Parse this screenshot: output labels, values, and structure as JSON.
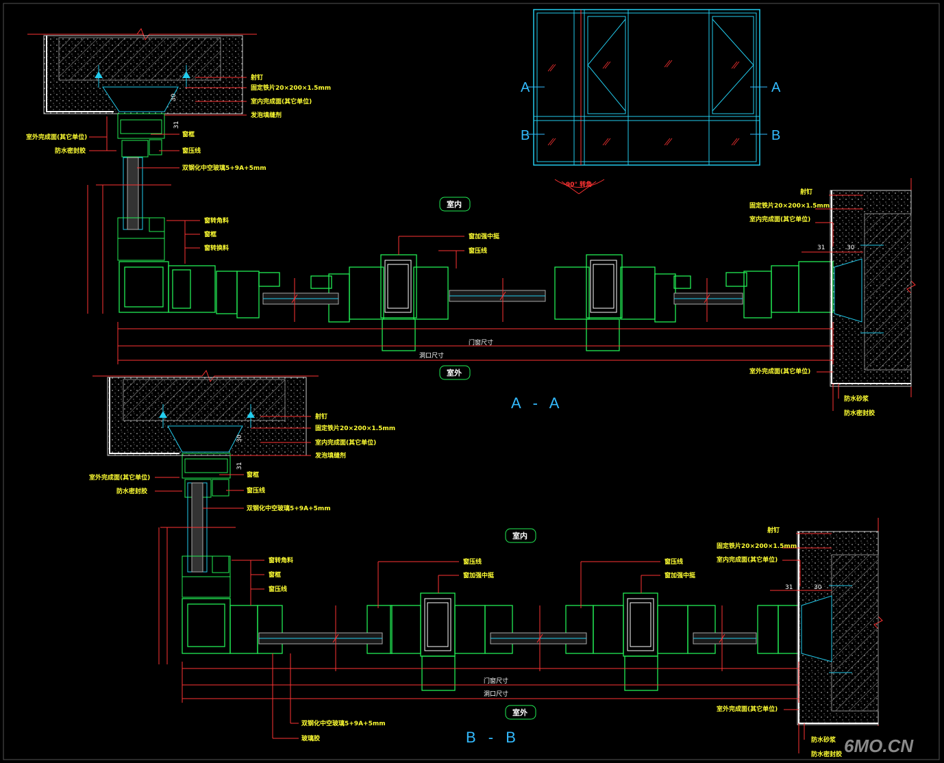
{
  "colors": {
    "background": "#000000",
    "frame": "#22ee55",
    "glass": "#22ccee",
    "leader": "#ff3333",
    "label": "#ffff33",
    "concrete": "#bbbbbb",
    "dimension": "#ffffff",
    "elevation": "#33bbff"
  },
  "elevation": {
    "marker_a_left": "A",
    "marker_a_right": "A",
    "marker_b_left": "B",
    "marker_b_right": "B",
    "rotation_note": "90° 转角"
  },
  "section_aa": {
    "title": "A - A",
    "indoor_tag": "室内",
    "outdoor_tag": "室外",
    "left_labels": [
      "射钉",
      "固定铁片20×200×1.5mm",
      "室内完成面(其它单位)",
      "发泡填缝剂",
      "窗框",
      "窗压线",
      "双钢化中空玻璃5+9A+5mm"
    ],
    "left_outer_labels": [
      "室外完成面(其它单位)",
      "防水密封胶"
    ],
    "corner_labels": [
      "窗转角料",
      "窗框",
      "窗转换料"
    ],
    "mullion_labels": [
      "窗加强中挺",
      "窗压线"
    ],
    "right_labels": [
      "射钉",
      "固定铁片20×200×1.5mm",
      "室内完成面(其它单位)"
    ],
    "right_bottom_labels": [
      "室外完成面(其它单位)",
      "防水砂浆",
      "防水密封胶"
    ],
    "dims": {
      "d30": "30",
      "d31": "31",
      "d31r": "31",
      "d30r": "30",
      "window_size": "门窗尺寸",
      "opening_size": "洞口尺寸"
    }
  },
  "section_bb": {
    "title": "B - B",
    "indoor_tag": "室内",
    "outdoor_tag": "室外",
    "left_labels": [
      "射钉",
      "固定铁片20×200×1.5mm",
      "室内完成面(其它单位)",
      "发泡填缝剂",
      "窗框",
      "窗压线",
      "双钢化中空玻璃5+9A+5mm"
    ],
    "left_outer_labels": [
      "室外完成面(其它单位)",
      "防水密封胶"
    ],
    "corner_labels": [
      "窗转角料",
      "窗框",
      "窗压线"
    ],
    "mullion1_labels": [
      "窗压线",
      "窗加强中挺"
    ],
    "mullion2_labels": [
      "窗压线",
      "窗加强中挺"
    ],
    "right_labels": [
      "射钉",
      "固定铁片20×200×1.5mm",
      "室内完成面(其它单位)"
    ],
    "right_bottom_labels": [
      "室外完成面(其它单位)",
      "防水砂浆",
      "防水密封胶"
    ],
    "bottom_labels": [
      "双钢化中空玻璃5+9A+5mm",
      "玻璃胶"
    ],
    "dims": {
      "d30": "30",
      "d31": "31",
      "d31r": "31",
      "d30r": "30",
      "window_size": "门窗尺寸",
      "opening_size": "洞口尺寸"
    }
  },
  "watermark": "6MO.CN"
}
